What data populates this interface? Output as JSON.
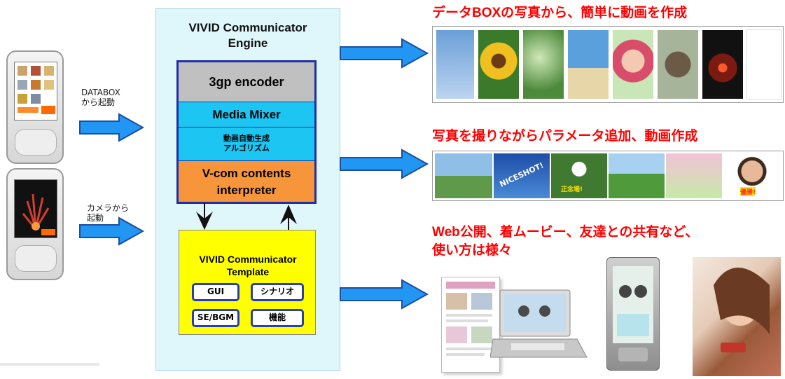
{
  "left": {
    "phone1_label_line1": "DATABOX",
    "phone1_label_line2": "から起動",
    "phone2_label_line1": "カメラから",
    "phone2_label_line2": "起動"
  },
  "engine": {
    "title_line1": "VIVID Communicator",
    "title_line2": "Engine",
    "layers": {
      "encoder": "3gp encoder",
      "mixer": "Media Mixer",
      "algo_line1": "動画自動生成",
      "algo_line2": "アルゴリズム",
      "interp_line1": "V-com contents",
      "interp_line2": "interpreter"
    }
  },
  "template": {
    "title_line1": "VIVID Communicator",
    "title_line2": "Template",
    "btn_gui": "GUI",
    "btn_scenario": "シナリオ",
    "btn_sebgm": "SE/BGM",
    "btn_feature": "機能"
  },
  "right": {
    "heading1": "データBOXの写真から、簡単に動画を作成",
    "heading2": "写真を撮りながらパラメータ追加、動画作成",
    "heading3_line1": "Web公開、着ムービー、友達との共有など、",
    "heading3_line2": "使い方は様々",
    "caption_nice": "NICESHOT!",
    "caption_seikai": "正念場!",
    "caption_yusho": "優勝!"
  },
  "colors": {
    "heading_red": "#ff0000",
    "arrow_blue": "#2196f3",
    "stack_border": "#1e2fa7",
    "encoder_gray": "#c0c0c0",
    "mixer_cyan": "#1cc5f2",
    "interp_orange": "#f7953a",
    "template_yellow": "#ffff00",
    "engine_bg": "#dff7fb"
  }
}
